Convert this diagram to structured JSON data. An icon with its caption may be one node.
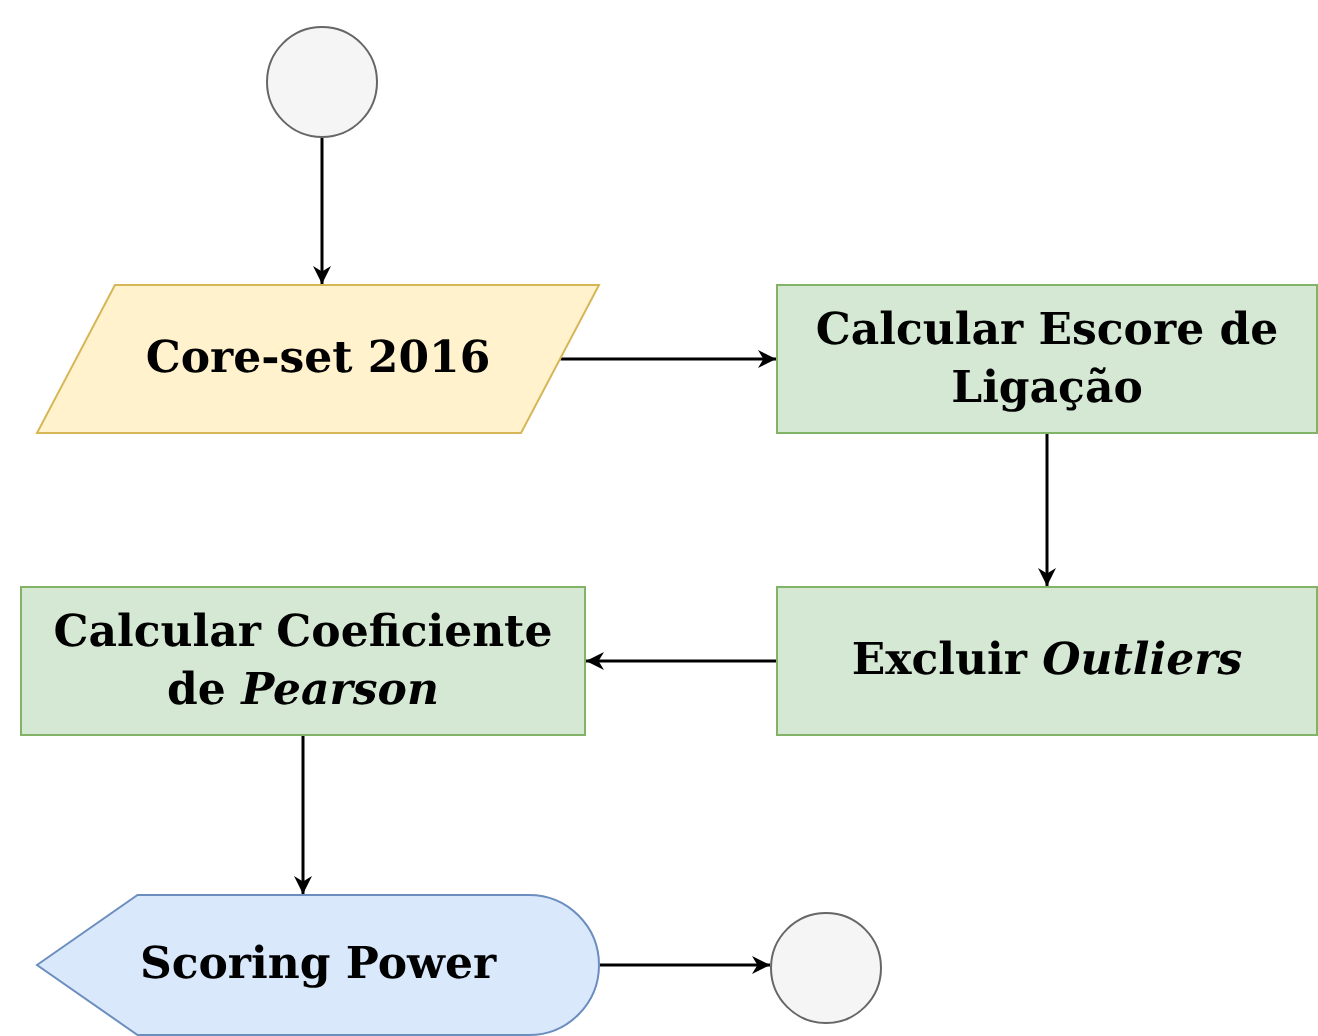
{
  "diagram": {
    "nodes": [
      {
        "text": [],
        "shape": "circle"
      },
      {
        "text": [
          "Core-set 2016"
        ]
      },
      {
        "text": [
          "Calcular Escore de Ligação"
        ]
      },
      {
        "text": [
          "Excluir *Outliers*"
        ]
      },
      {
        "text": [
          "Calcular Coeficiente de *Pearson*"
        ]
      },
      {
        "text": [
          "Scoring Power"
        ]
      },
      {
        "text": [],
        "shape": "circle"
      }
    ],
    "edges": [
      {
        "from": 0,
        "to": 1,
        "arrow": "to"
      },
      {
        "from": 1,
        "to": 2,
        "arrow": "to"
      },
      {
        "from": 2,
        "to": 3,
        "arrow": "to"
      },
      {
        "from": 3,
        "to": 4,
        "arrow": "to"
      },
      {
        "from": 4,
        "to": 5,
        "arrow": "to"
      },
      {
        "from": 5,
        "to": 6,
        "arrow": "to"
      }
    ]
  }
}
